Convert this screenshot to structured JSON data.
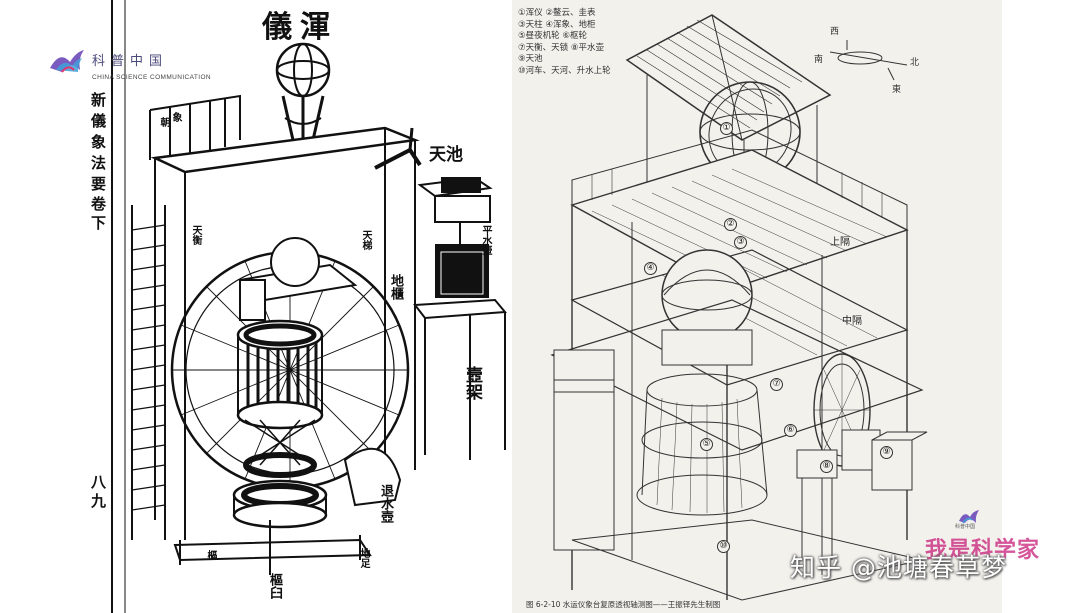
{
  "left": {
    "logo": {
      "cn": "科普中国",
      "en": "CHINA SCIENCE COMMUNICATION"
    },
    "title": "儀渾",
    "book_title": "新儀象法要",
    "book_volume": "卷下",
    "page_number": "八九",
    "labels": {
      "tianchi": "天池",
      "pingshuihu": "平水壺",
      "diguei": "地櫃",
      "hujia": "壼架",
      "tuishuihu": "退水壺",
      "tianti": "天梯",
      "tianheng": "天衡",
      "shuqi": "樞",
      "diji": "地足",
      "chaoyu": "朝",
      "xiangjing": "象",
      "bottom": "樞臼"
    }
  },
  "right": {
    "legend": [
      "①浑仪  ②鳌云、圭表",
      "③天柱  ④浑象、地柜",
      "⑤昼夜机轮  ⑥枢轮",
      "⑦天衡、天锁  ⑧平水壶",
      "⑨天池",
      "⑩河车、天河、升水上轮"
    ],
    "compass": {
      "north": "北",
      "south": "南",
      "west": "西",
      "east": "東"
    },
    "floors": {
      "upper": "上隔",
      "middle": "中隔"
    },
    "markers": [
      "①",
      "②",
      "③",
      "④",
      "⑤",
      "⑥",
      "⑦",
      "⑧",
      "⑨",
      "⑩"
    ],
    "caption": "图 6-2-10  水运仪象台复原透视轴测图——王振铎先生制图"
  },
  "watermarks": {
    "brand": "我是科学家",
    "brand_small": "科普中国",
    "zhihu": "知乎 @池塘春草梦"
  },
  "colors": {
    "right_bg": "#f3f1ec",
    "brand": "#c81d7a",
    "ink": "#111111"
  }
}
